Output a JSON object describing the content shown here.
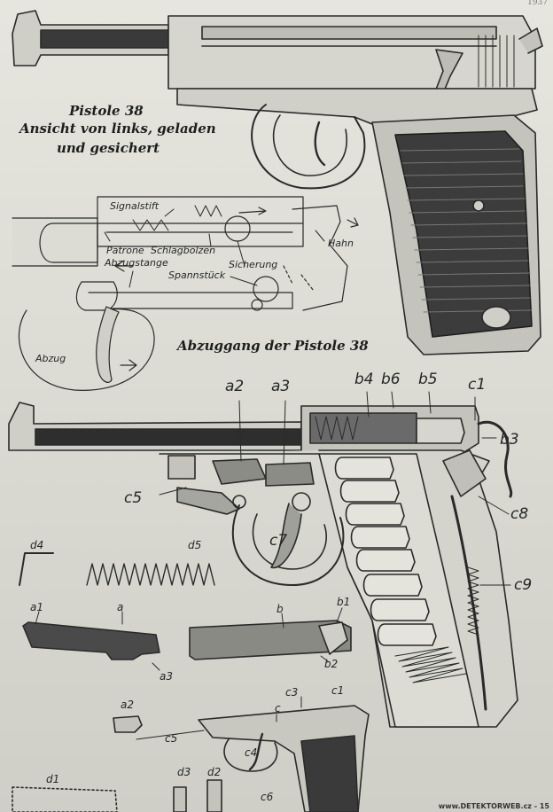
{
  "page": {
    "title_lines": [
      "Pistole 38",
      "Ansicht von links, geladen",
      "und gesichert"
    ],
    "trigger_title": "Abzuggang der Pistole 38",
    "watermark": "www.DETEKTORWEB.cz - 15",
    "top_corner_text": "1937"
  },
  "trigger_labels": {
    "signalstift": "Signalstift",
    "patrone": "Patrone",
    "schlagbolzen": "Schlagbolzen",
    "abzugstange": "Abzugstange",
    "sicherung": "Sicherung",
    "spannstueck": "Spannstück",
    "hahn": "Hahn",
    "abzug": "Abzug"
  },
  "part_labels": {
    "a2": "a2",
    "a3": "a3",
    "b4": "b4",
    "b6": "b6",
    "b5": "b5",
    "c1": "c1",
    "b3": "b3",
    "c5": "c5",
    "c7": "c7",
    "c8": "c8",
    "c9": "c9",
    "d4": "d4",
    "d5": "d5",
    "a1": "a1",
    "a": "a",
    "a3_lower": "a3",
    "b": "b",
    "b1": "b1",
    "b2": "b2",
    "a2_lower": "a2",
    "c": "c",
    "c3": "c3",
    "c1_lower": "c1",
    "c5_lower": "c5",
    "c4": "c4",
    "d1": "d1",
    "d3": "d3",
    "d2": "d2",
    "c6": "c6"
  }
}
